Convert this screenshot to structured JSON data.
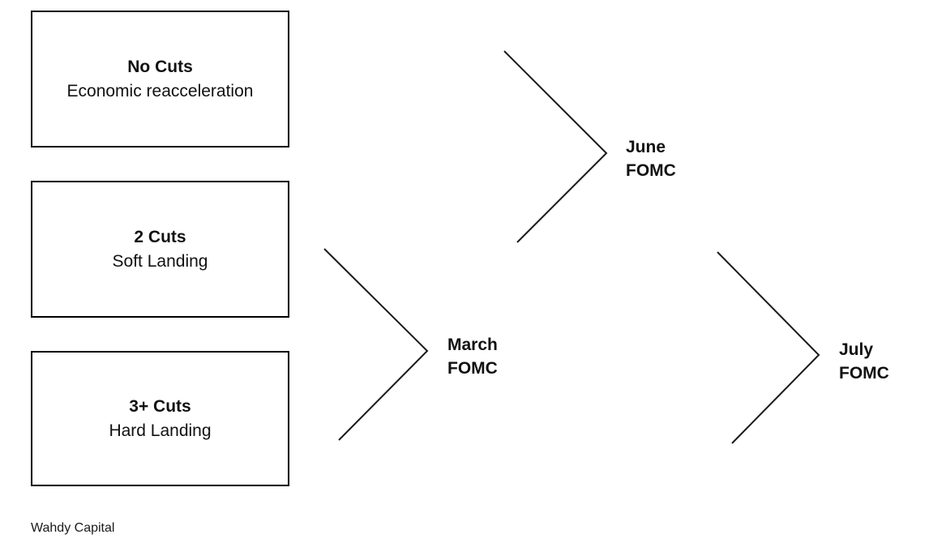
{
  "page": {
    "background": "#ffffff",
    "text_color": "#111111",
    "line_color": "#1a1a1a",
    "border_color": "#000000"
  },
  "scenarios": [
    {
      "title": "No Cuts",
      "subtitle": "Economic reacceleration"
    },
    {
      "title": "2 Cuts",
      "subtitle": "Soft Landing"
    },
    {
      "title": "3+ Cuts",
      "subtitle": "Hard Landing"
    }
  ],
  "milestones": [
    {
      "line1": "March",
      "line2": "FOMC"
    },
    {
      "line1": "June",
      "line2": "FOMC"
    },
    {
      "line1": "July",
      "line2": "FOMC"
    }
  ],
  "footer": {
    "credit": "Wahdy Capital"
  }
}
